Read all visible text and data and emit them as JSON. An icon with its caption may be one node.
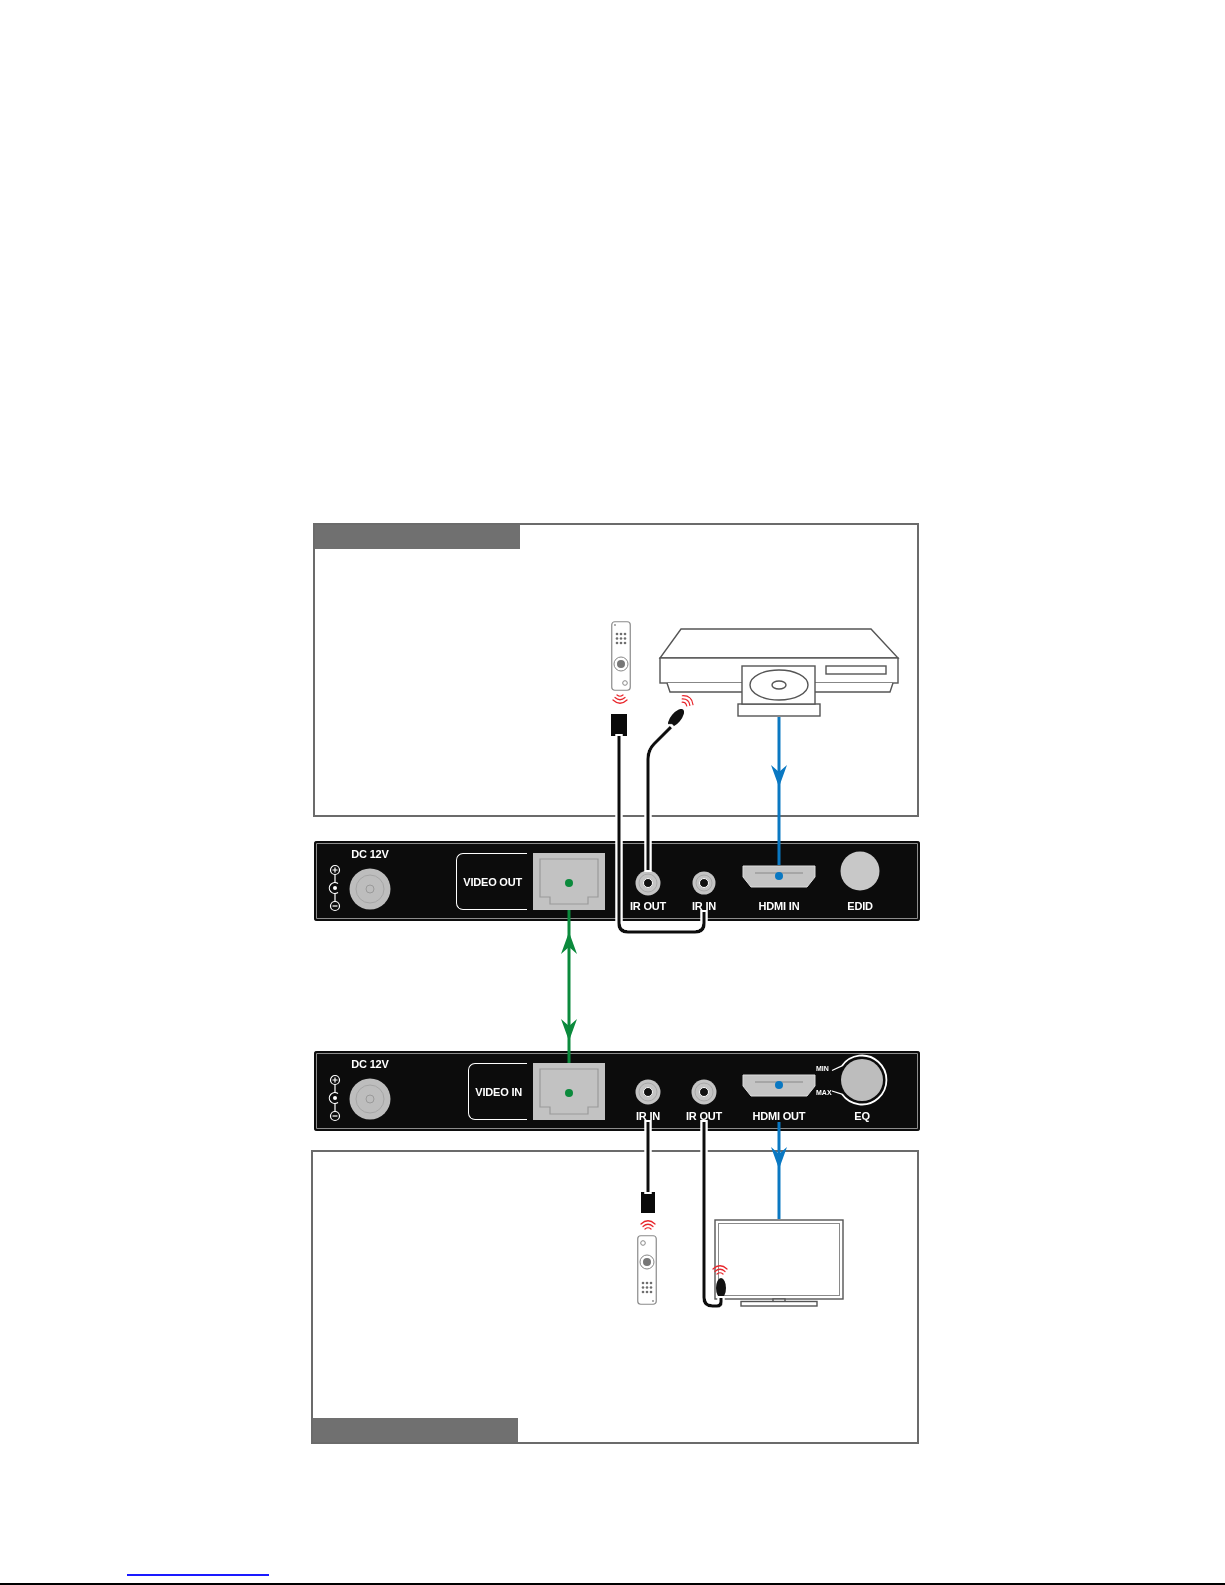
{
  "diagram": {
    "nodes": [
      {
        "text": [],
        "shape": "box"
      },
      {
        "text": [],
        "shape": "box",
        "in": 0
      },
      {
        "text": [],
        "shape": "circle",
        "in": 0
      },
      {
        "text": [],
        "shape": "picture",
        "in": 0
      },
      {
        "text": [],
        "shape": "box"
      },
      {
        "text": [
          "DC 12V"
        ],
        "in": 4
      },
      {
        "text": [
          "VIDEO OUT"
        ],
        "in": 4
      },
      {
        "text": [
          "IR OUT"
        ],
        "in": 4
      },
      {
        "text": [
          "IR IN"
        ],
        "in": 4
      },
      {
        "text": [
          "HDMI IN"
        ],
        "in": 4
      },
      {
        "text": [
          "EDID"
        ],
        "in": 4
      },
      {
        "text": [],
        "shape": "box"
      },
      {
        "text": [
          "DC 12V"
        ],
        "in": 11
      },
      {
        "text": [
          "VIDEO IN"
        ],
        "in": 11
      },
      {
        "text": [
          "IR IN"
        ],
        "in": 11
      },
      {
        "text": [
          "IR OUT"
        ],
        "in": 11
      },
      {
        "text": [
          "HDMI OUT"
        ],
        "in": 11
      },
      {
        "text": [
          "EQ"
        ],
        "beside": [
          "MIN",
          "MAX"
        ],
        "in": 11
      },
      {
        "text": [],
        "shape": "box"
      },
      {
        "text": [],
        "shape": "box",
        "in": 18
      },
      {
        "text": [],
        "shape": "picture",
        "in": 18
      },
      {
        "text": [],
        "shape": "circle",
        "in": 20
      }
    ],
    "edges": [
      {
        "from": 1,
        "to": 8,
        "arrow": "none"
      },
      {
        "from": 7,
        "to": 2,
        "arrow": "none"
      },
      {
        "from": 3,
        "to": 9,
        "arrow": "to",
        "color": "#0a78c2"
      },
      {
        "from": 6,
        "to": 13,
        "arrow": "both",
        "color": "#0b8a3c"
      },
      {
        "from": 14,
        "to": 19,
        "arrow": "none"
      },
      {
        "from": 15,
        "to": 21,
        "arrow": "none"
      },
      {
        "from": 16,
        "to": 20,
        "arrow": "to",
        "color": "#0a78c2"
      }
    ]
  }
}
